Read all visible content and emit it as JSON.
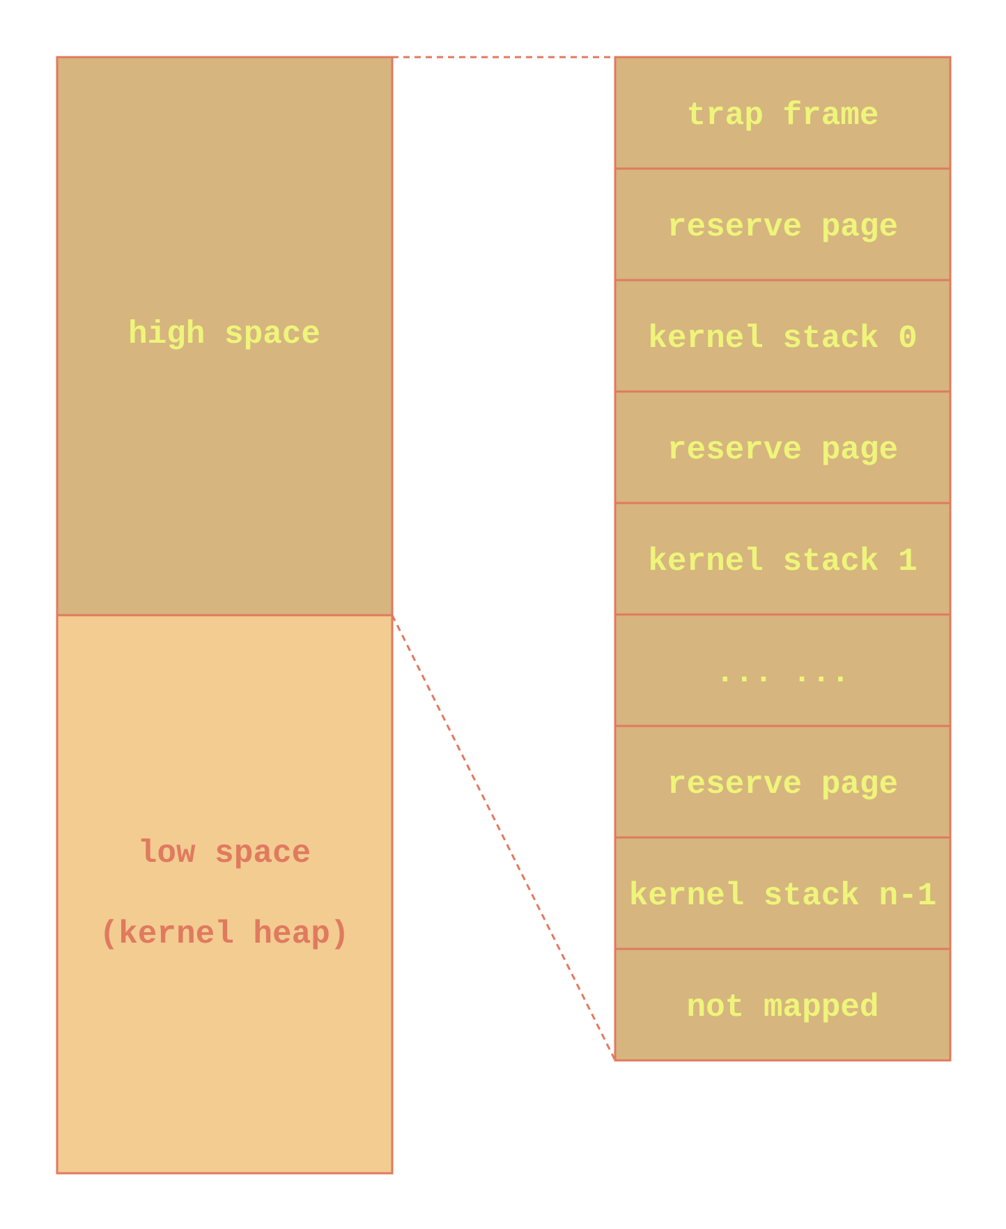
{
  "colors": {
    "border": "#e07a5f",
    "high_fill": "#d6b57f",
    "low_fill": "#f2cc91",
    "light_text": "#eef57a",
    "dark_text": "#e07a5f",
    "background": "#ffffff"
  },
  "address_space": {
    "high": {
      "label": "high space"
    },
    "low": {
      "line1": "low space",
      "line2": "(kernel heap)"
    }
  },
  "high_space_detail": [
    {
      "label": "trap frame"
    },
    {
      "label": "reserve page"
    },
    {
      "label": "kernel stack 0"
    },
    {
      "label": "reserve page"
    },
    {
      "label": "kernel stack 1"
    },
    {
      "label": "... ..."
    },
    {
      "label": "reserve page"
    },
    {
      "label": "kernel stack n-1"
    },
    {
      "label": "not mapped"
    }
  ]
}
